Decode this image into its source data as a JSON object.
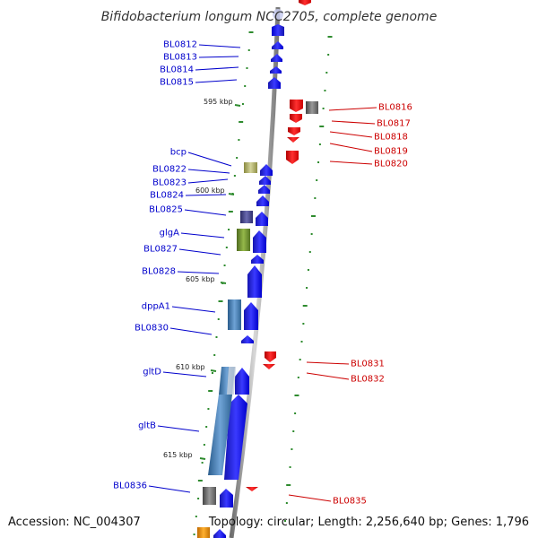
{
  "title": "Bifidobacterium longum NCC2705, complete genome",
  "footer": {
    "accession": "Accession: NC_004307",
    "summary": "Topology: circular; Length: 2,256,640 bp; Genes: 1,796"
  },
  "scale_labels": [
    "595 kbp",
    "600 kbp",
    "605 kbp",
    "610 kbp",
    "615 kbp"
  ],
  "genes_left": [
    "BL0812",
    "BL0813",
    "BL0814",
    "BL0815",
    "bcp",
    "BL0822",
    "BL0823",
    "BL0824",
    "BL0825",
    "glgA",
    "BL0827",
    "BL0828",
    "dppA1",
    "BL0830",
    "gltD",
    "gltB",
    "BL0836"
  ],
  "genes_right": [
    "BL0816",
    "BL0817",
    "BL0818",
    "BL0819",
    "BL0820",
    "BL0831",
    "BL0832",
    "BL0835"
  ],
  "colors": {
    "forward_strand": "#0000ee",
    "reverse_strand": "#ee0000",
    "backbone": "#999999",
    "tick": "#2e8b2e",
    "label_left": "#0000cc",
    "label_right": "#cc0000"
  }
}
